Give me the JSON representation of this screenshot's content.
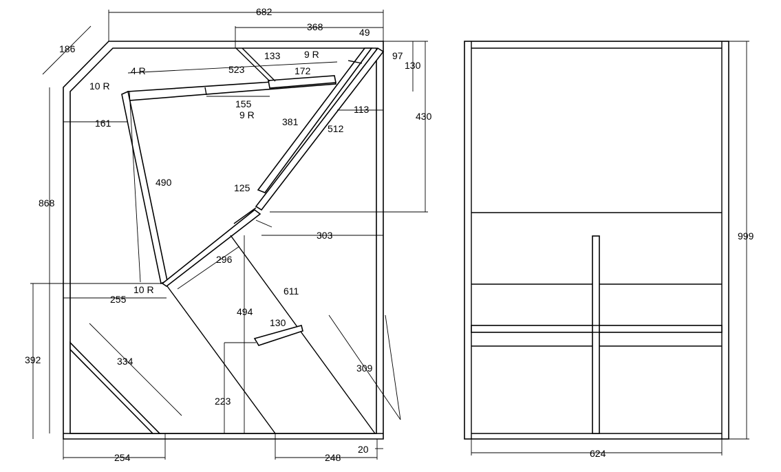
{
  "drawing": {
    "side_view": {
      "dimensions": {
        "top_width": "682",
        "chamfer": "186",
        "top_inner": "368",
        "top_right_small": "49",
        "port_width": "133",
        "radius_9_top": "9 R",
        "radius_97": "97",
        "height_130": "130",
        "radius_4": "4 R",
        "span_523": "523",
        "span_172": "172",
        "radius_10_top": "10 R",
        "span_155": "155",
        "radius_9_mid": "9 R",
        "offset_161": "161",
        "span_113": "113",
        "height_430": "430",
        "diag_381": "381",
        "diag_512": "512",
        "height_868": "868",
        "diag_490": "490",
        "gap_125": "125",
        "span_303": "303",
        "diag_296": "296",
        "radius_10_bottom": "10 R",
        "span_255": "255",
        "diag_611": "611",
        "height_494": "494",
        "port_130": "130",
        "height_392": "392",
        "diag_334": "334",
        "diag_309": "309",
        "height_223": "223",
        "bottom_254": "254",
        "bottom_248": "248",
        "bottom_20": "20"
      }
    },
    "front_view": {
      "dimensions": {
        "height_999": "999",
        "width_624": "624"
      }
    }
  }
}
